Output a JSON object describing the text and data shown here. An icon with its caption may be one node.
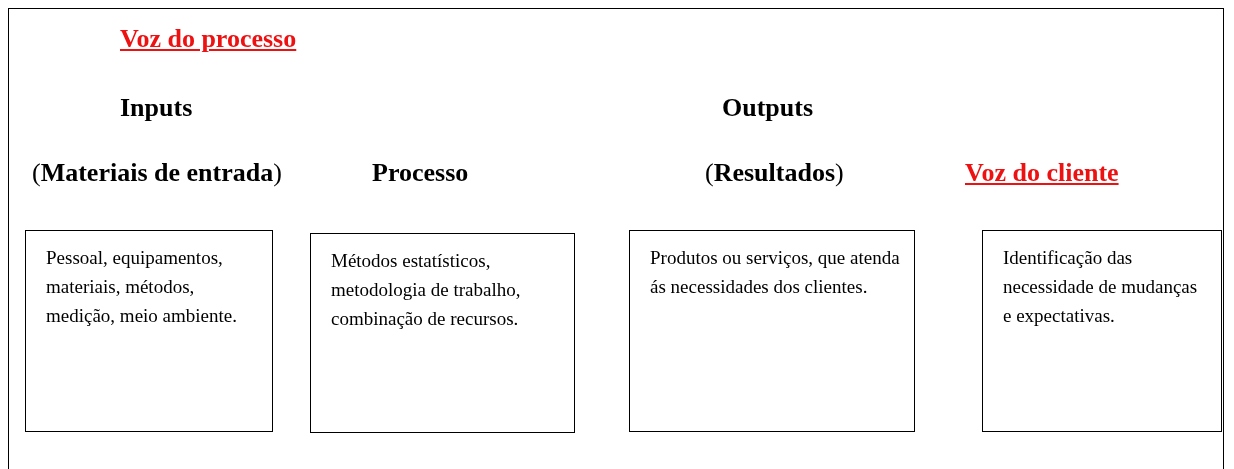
{
  "diagram": {
    "nodes": [
      {
        "text": [
          "Pessoal, equipamentos, materiais, métodos, medição, meio ambiente."
        ]
      },
      {
        "text": [
          "Métodos estatísticos, metodologia de trabalho, combinação de recursos."
        ]
      },
      {
        "text": [
          "Produtos ou serviços, que atenda ás necessidades dos clientes."
        ]
      },
      {
        "text": [
          "Identificação das necessidade de mudanças e expectativas."
        ]
      }
    ],
    "edges": [],
    "labels": [
      "Voz do processo",
      "Inputs",
      "Outputs",
      "(**Materiais de entrada**)",
      "Processo",
      "(**Resultados**)",
      "Voz do cliente"
    ]
  }
}
